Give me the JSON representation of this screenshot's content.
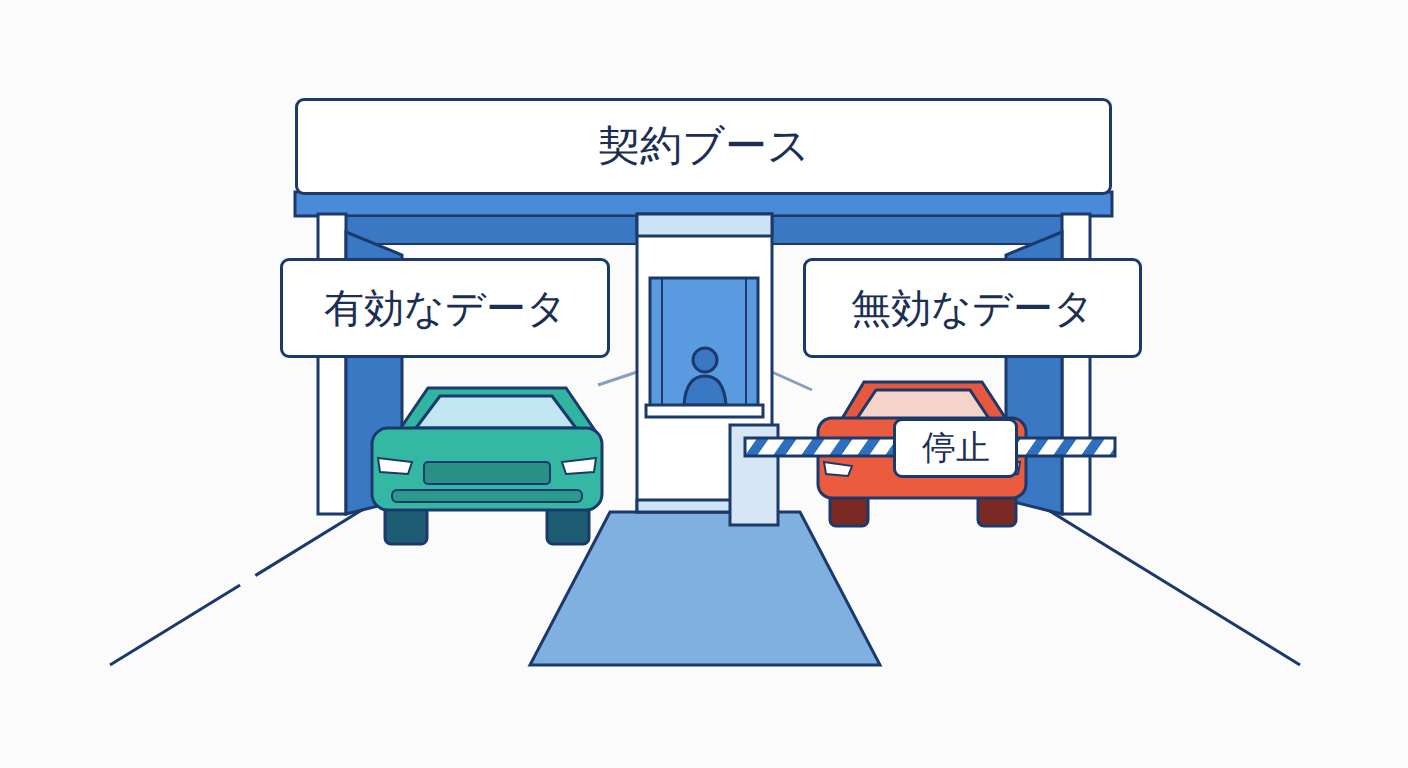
{
  "diagram": {
    "nodes": [
      {
        "text": [
          "契約ブース"
        ]
      },
      {
        "text": [
          "有効なデータ"
        ]
      },
      {
        "text": [
          "無効なデータ"
        ]
      },
      {
        "text": [
          "停止"
        ]
      }
    ]
  }
}
